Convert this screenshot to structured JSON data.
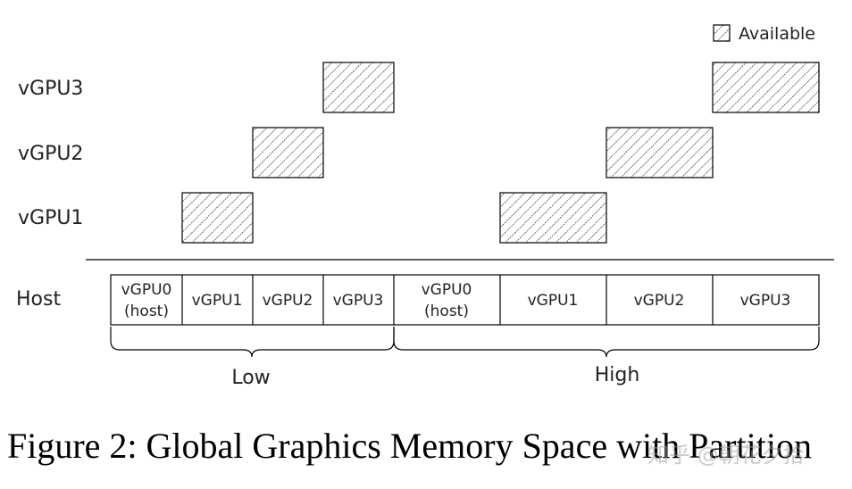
{
  "legend": {
    "label": "Available"
  },
  "rows": [
    {
      "id": "vgpu3",
      "label": "vGPU3"
    },
    {
      "id": "vgpu2",
      "label": "vGPU2"
    },
    {
      "id": "vgpu1",
      "label": "vGPU1"
    }
  ],
  "host": {
    "label": "Host",
    "low_cells": [
      {
        "line1": "vGPU0",
        "line2": "(host)"
      },
      {
        "line1": "vGPU1",
        "line2": ""
      },
      {
        "line1": "vGPU2",
        "line2": ""
      },
      {
        "line1": "vGPU3",
        "line2": ""
      }
    ],
    "high_cells": [
      {
        "line1": "vGPU0",
        "line2": "(host)"
      },
      {
        "line1": "vGPU1",
        "line2": ""
      },
      {
        "line1": "vGPU2",
        "line2": ""
      },
      {
        "line1": "vGPU3",
        "line2": ""
      }
    ]
  },
  "brackets": {
    "low": "Low",
    "high": "High"
  },
  "caption": "Figure 2: Global Graphics Memory Space with Partition",
  "watermark": "知乎 @朝花夕拾",
  "colors": {
    "stroke": "#000000",
    "text": "#222222",
    "background": "#ffffff"
  }
}
